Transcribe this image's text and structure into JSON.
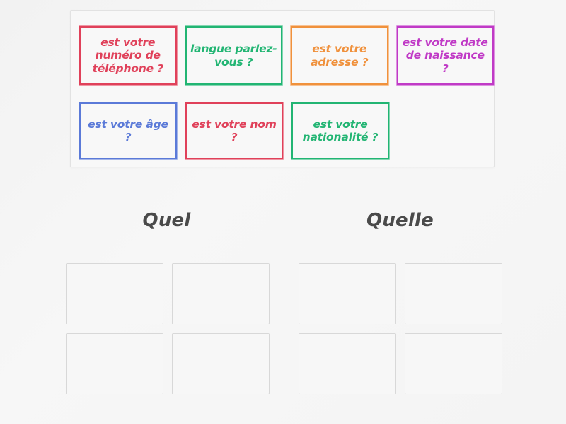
{
  "activity": {
    "type": "group-sort",
    "tray_tiles": [
      {
        "text": "est votre numéro de téléphone ?",
        "color": "#e0415a",
        "row": 1
      },
      {
        "text": "langue parlez-vous ?",
        "color": "#22b573",
        "row": 1
      },
      {
        "text": "est votre adresse ?",
        "color": "#f0913c",
        "row": 1
      },
      {
        "text": "est votre date de naissance ?",
        "color": "#c03ac6",
        "row": 1
      },
      {
        "text": "est votre âge ?",
        "color": "#5b7ad8",
        "row": 2
      },
      {
        "text": "est votre nom ?",
        "color": "#e0415a",
        "row": 2
      },
      {
        "text": "est votre nationalité ?",
        "color": "#22b573",
        "row": 2
      }
    ],
    "columns": [
      {
        "heading": "Quel",
        "dropzone_count": 4,
        "dropzone_labels": [
          "",
          "",
          "",
          ""
        ]
      },
      {
        "heading": "Quelle",
        "dropzone_count": 4,
        "dropzone_labels": [
          "",
          "",
          "",
          ""
        ]
      }
    ],
    "heading_color": "#4a4a4a",
    "tray_background": "#f8f8f8",
    "page_background": "#f4f4f4"
  }
}
